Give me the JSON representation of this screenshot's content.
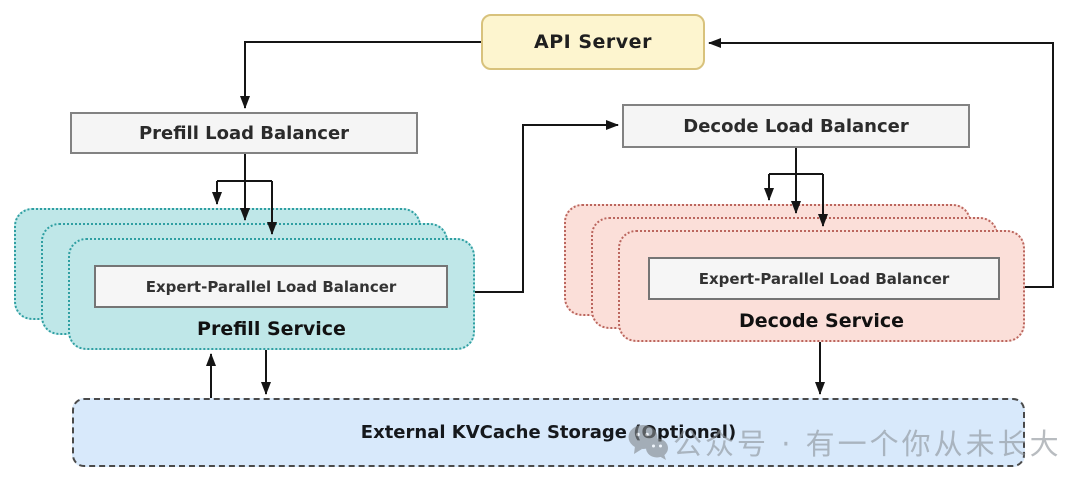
{
  "diagram": {
    "nodes": {
      "api_server": {
        "label": "API Server",
        "fill": "#fdf5cf",
        "border": "#d8c27c"
      },
      "prefill_lb": {
        "label": "Prefill Load Balancer",
        "fill": "#f5f5f5",
        "border": "#828282"
      },
      "decode_lb": {
        "label": "Decode Load Balancer",
        "fill": "#f5f5f5",
        "border": "#828282"
      },
      "prefill_service": {
        "label": "Prefill Service",
        "inner_lb_label": "Expert-Parallel Load Balancer",
        "replicas": 3,
        "fill": "#bfe7e8",
        "border": "#2f9fa2"
      },
      "decode_service": {
        "label": "Decode Service",
        "inner_lb_label": "Expert-Parallel Load Balancer",
        "replicas": 3,
        "fill": "#fbdfd9",
        "border": "#bb665e"
      },
      "kvcache": {
        "label": "External KVCache Storage (Optional)",
        "fill": "#d8e9fb",
        "border": "#4a4a4a"
      }
    },
    "edges": [
      {
        "from": "api_server",
        "to": "prefill_lb"
      },
      {
        "from": "prefill_lb",
        "to": "prefill_service",
        "fanout": 3
      },
      {
        "from": "prefill_service",
        "to": "decode_lb"
      },
      {
        "from": "decode_lb",
        "to": "decode_service",
        "fanout": 3
      },
      {
        "from": "decode_service",
        "to": "api_server"
      },
      {
        "from": "kvcache",
        "to": "prefill_service"
      },
      {
        "from": "prefill_service",
        "to": "kvcache"
      },
      {
        "from": "decode_service",
        "to": "kvcache"
      }
    ],
    "edge_color": "#151515",
    "watermark": {
      "icon": "wechat-icon",
      "text": "公众号 · 有一个你从未长大"
    }
  }
}
